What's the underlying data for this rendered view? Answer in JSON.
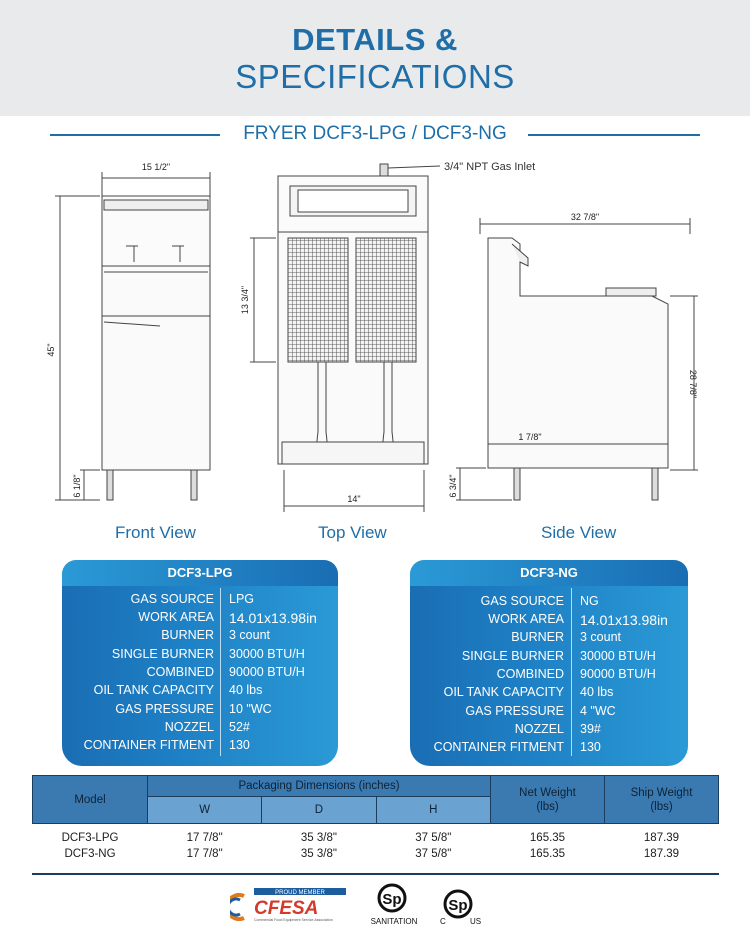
{
  "header": {
    "line1": "DETAILS &",
    "line2": "SPECIFICATIONS"
  },
  "subtitle": "FRYER DCF3-LPG / DCF3-NG",
  "drawing": {
    "gas_inlet": "3/4\" NPT Gas Inlet",
    "front_width": "15 1/2\"",
    "front_height": "45\"",
    "front_leg": "6 1/8\"",
    "top_depth": "13 3/4\"",
    "top_width": "14\"",
    "side_depth": "32 7/8\"",
    "side_height": "28 7/8\"",
    "side_inset": "1 7/8\"",
    "side_leg": "6 3/4\""
  },
  "views": {
    "front": "Front View",
    "top": "Top View",
    "side": "Side View"
  },
  "spec_keys": [
    "GAS SOURCE",
    "WORK AREA",
    "BURNER",
    "SINGLE BURNER",
    "COMBINED",
    "OIL TANK CAPACITY",
    "GAS PRESSURE",
    "NOZZEL",
    "CONTAINER FITMENT"
  ],
  "lpg": {
    "title": "DCF3-LPG",
    "values": [
      "LPG",
      "14.01x13.98in",
      "3 count",
      "30000 BTU/H",
      "90000 BTU/H",
      "40 lbs",
      "10 \"WC",
      "52#",
      "130"
    ]
  },
  "ng": {
    "title": "DCF3-NG",
    "values": [
      "NG",
      "14.01x13.98in",
      "3 count",
      "30000 BTU/H",
      "90000 BTU/H",
      "40 lbs",
      "4 \"WC",
      "39#",
      "130"
    ]
  },
  "table": {
    "model": "Model",
    "pkg": "Packaging Dimensions (inches)",
    "w": "W",
    "d": "D",
    "h": "H",
    "net": "Net Weight",
    "net_unit": "(lbs)",
    "ship": "Ship Weight",
    "ship_unit": "(lbs)",
    "rows": [
      {
        "model": "DCF3-LPG",
        "w": "17 7/8\"",
        "d": "35 3/8\"",
        "h": "37 5/8\"",
        "net": "165.35",
        "ship": "187.39"
      },
      {
        "model": "DCF3-NG",
        "w": "17 7/8\"",
        "d": "35 3/8\"",
        "h": "37 5/8\"",
        "net": "165.35",
        "ship": "187.39"
      }
    ]
  },
  "logos": {
    "cfesa_top": "PROUD MEMBER",
    "cfesa": "CFESA",
    "cfesa_sub": "Commercial Food Equipment Service Association",
    "sanitation": "SANITATION",
    "csa_c": "C",
    "csa_us": "US"
  },
  "colors": {
    "accent": "#1f6ea8",
    "card_dark": "#1a6db3",
    "card_light": "#2a9ad6",
    "table_head": "#3a7ab1"
  }
}
